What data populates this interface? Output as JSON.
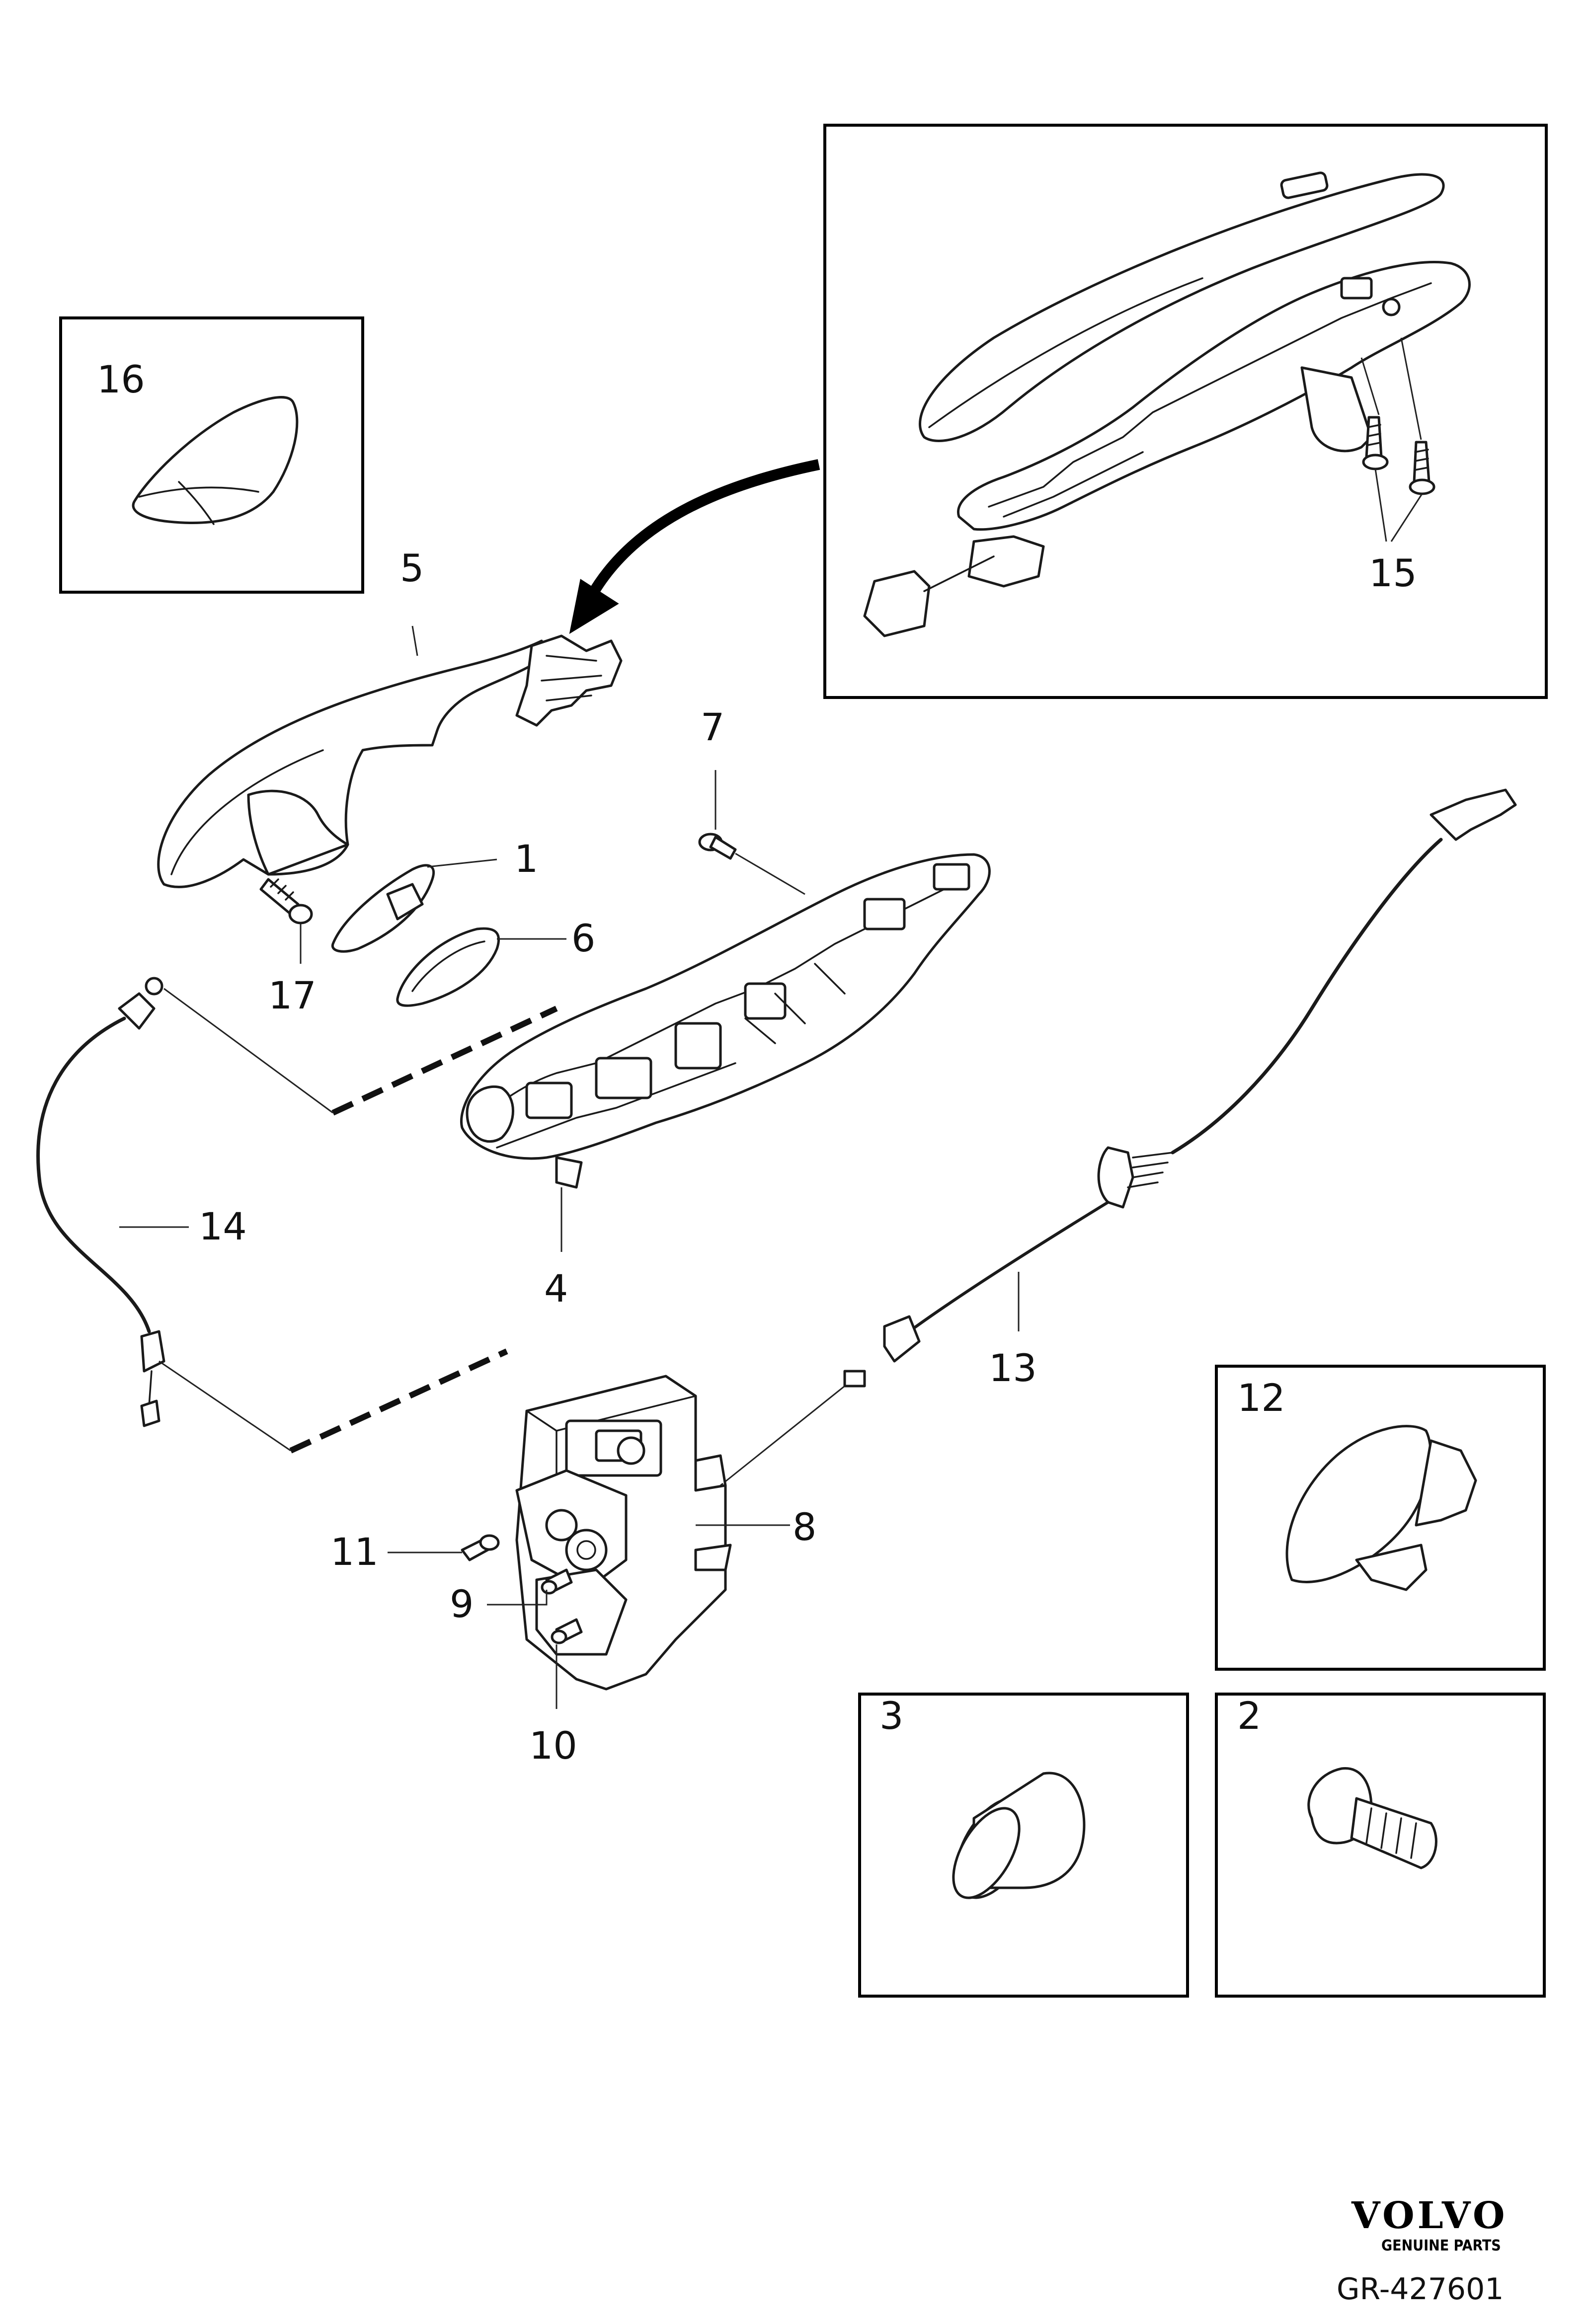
{
  "diagram": {
    "callouts": [
      "1",
      "2",
      "3",
      "4",
      "5",
      "6",
      "7",
      "8",
      "9",
      "10",
      "11",
      "12",
      "13",
      "14",
      "15",
      "16",
      "17"
    ],
    "brand": {
      "logo_text": "VOLVO",
      "tagline": "GENUINE PARTS"
    },
    "drawing_number": "GR-427601"
  }
}
